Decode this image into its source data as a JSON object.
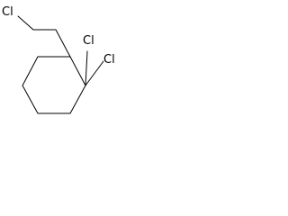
{
  "molecule": {
    "atoms": [
      {
        "symbol": "Cl"
      },
      {
        "symbol": "Cl"
      },
      {
        "symbol": "Cl"
      }
    ]
  }
}
